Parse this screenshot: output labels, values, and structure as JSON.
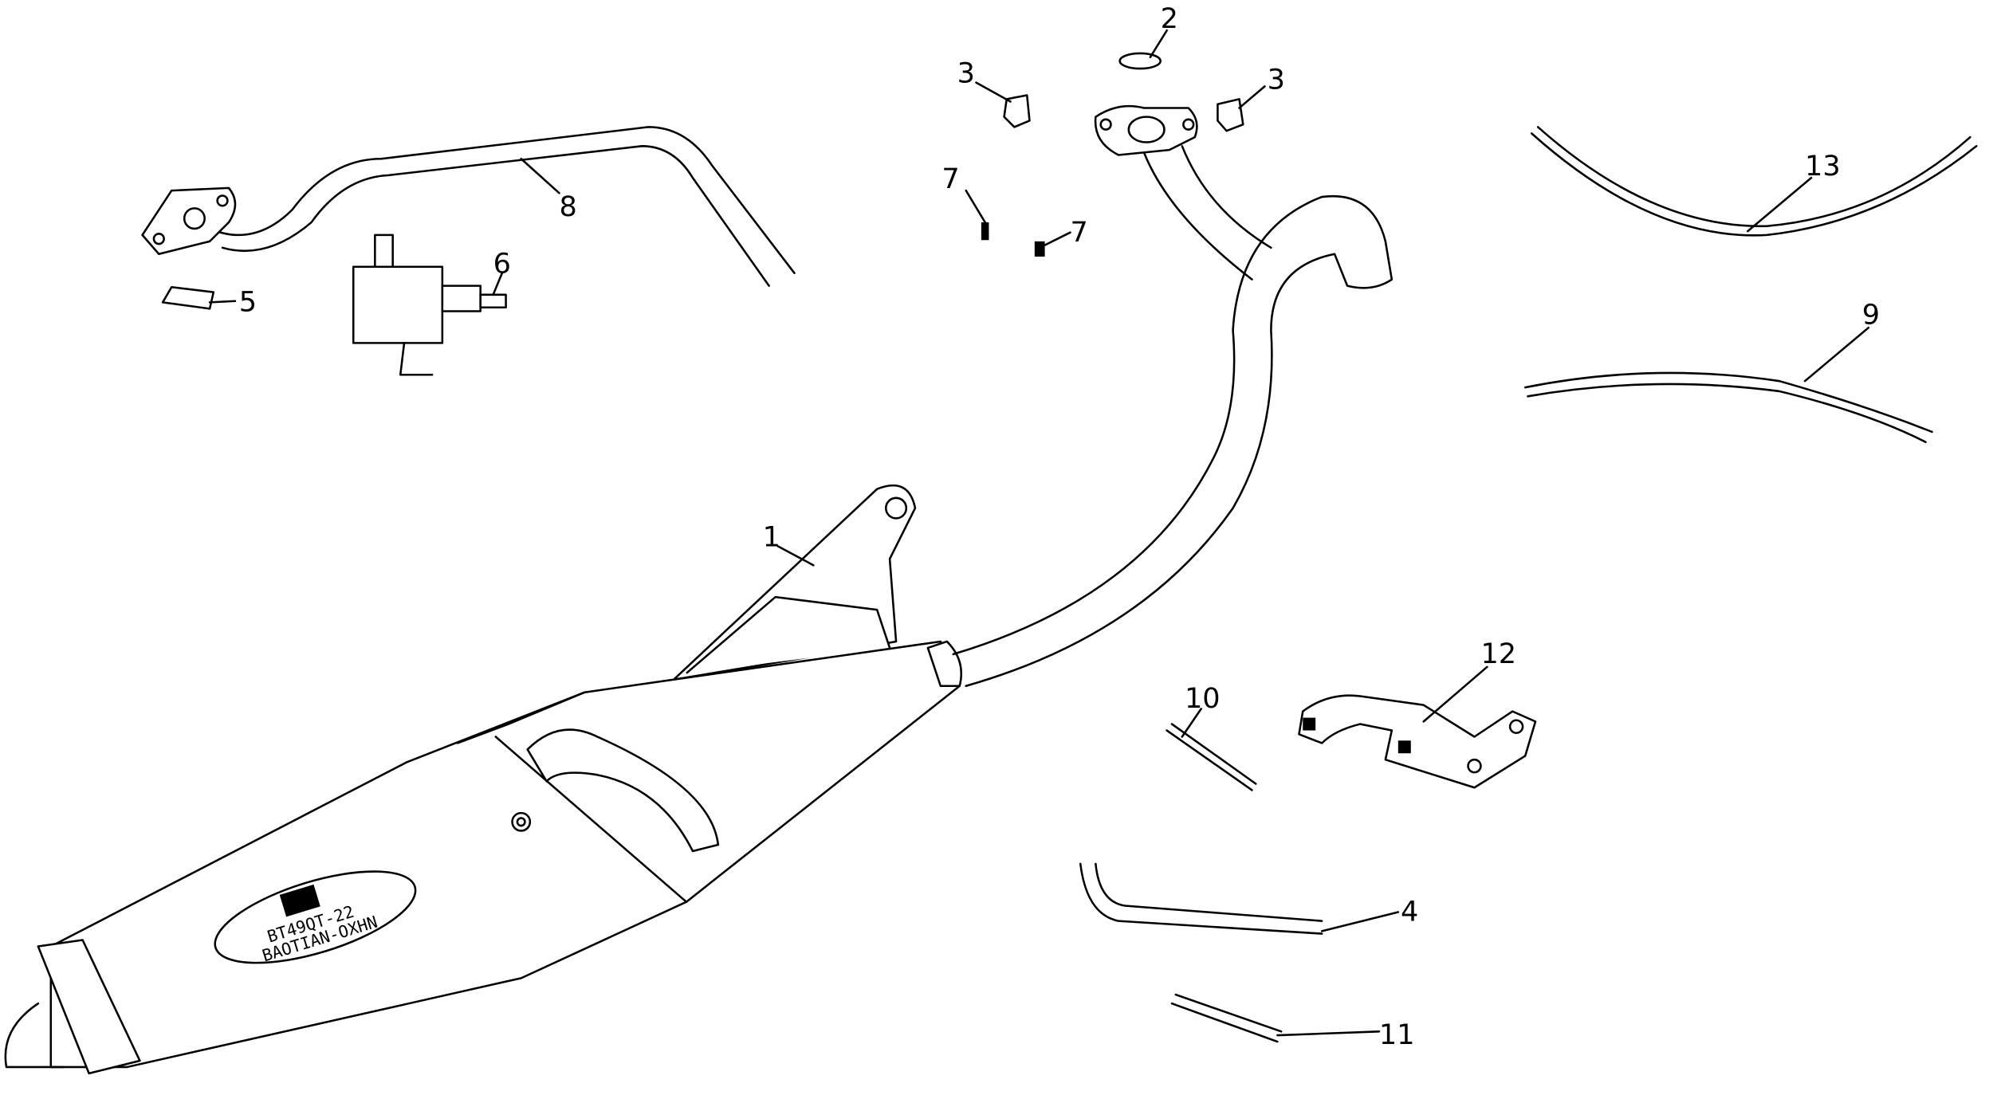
{
  "diagram": {
    "type": "exploded parts diagram",
    "muffler_label": {
      "line1": "BT49QT-22",
      "line2": "BAOTIAN-OXHN"
    },
    "callouts": [
      {
        "id": "1",
        "text": "1"
      },
      {
        "id": "2",
        "text": "2"
      },
      {
        "id": "3a",
        "text": "3"
      },
      {
        "id": "3b",
        "text": "3"
      },
      {
        "id": "4",
        "text": "4"
      },
      {
        "id": "5",
        "text": "5"
      },
      {
        "id": "6",
        "text": "6"
      },
      {
        "id": "7a",
        "text": "7"
      },
      {
        "id": "7b",
        "text": "7"
      },
      {
        "id": "8",
        "text": "8"
      },
      {
        "id": "9",
        "text": "9"
      },
      {
        "id": "10",
        "text": "10"
      },
      {
        "id": "11",
        "text": "11"
      },
      {
        "id": "12",
        "text": "12"
      },
      {
        "id": "13",
        "text": "13"
      }
    ]
  }
}
